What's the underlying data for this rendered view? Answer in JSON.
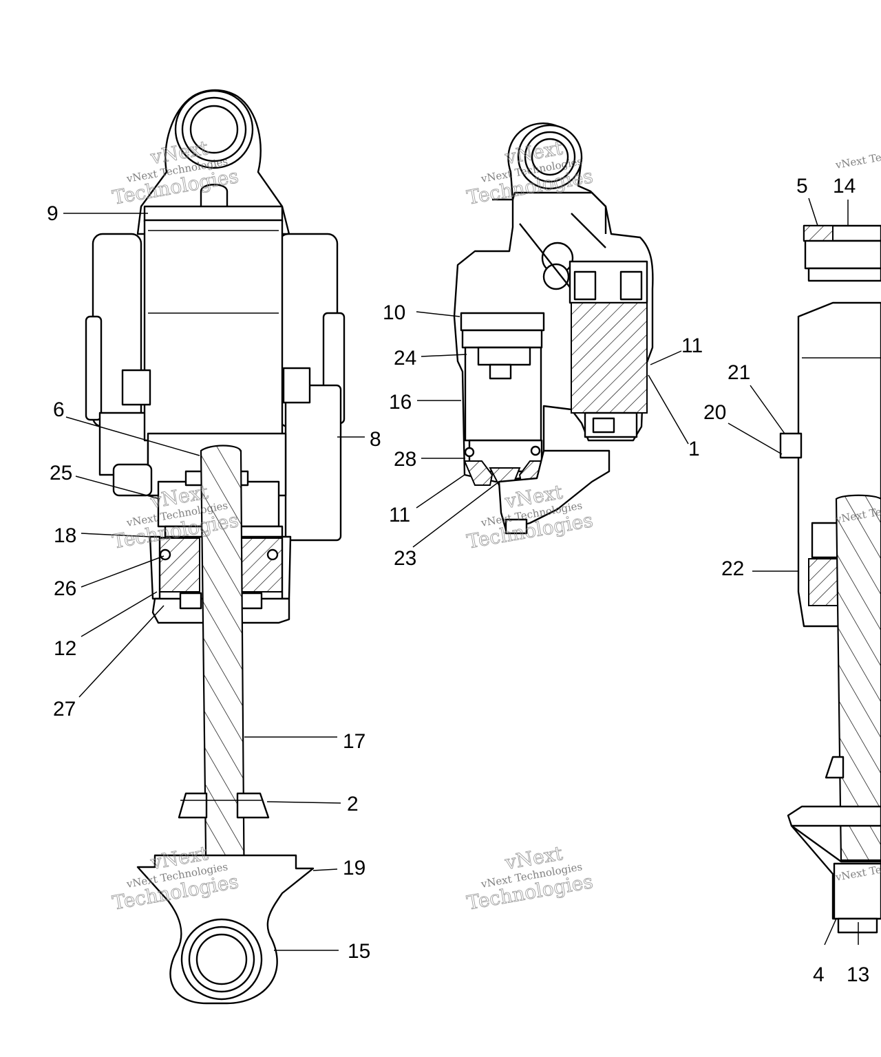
{
  "watermark": {
    "line1": "vNext",
    "line2": "vNext Technologies",
    "line3": "Technologies",
    "partial": "vNext Te"
  },
  "callouts": {
    "c9": "9",
    "c6": "6",
    "c25": "25",
    "c18": "18",
    "c26": "26",
    "c12": "12",
    "c27": "27",
    "c8": "8",
    "c17": "17",
    "c2": "2",
    "c19": "19",
    "c15": "15",
    "c10": "10",
    "c24": "24",
    "c16": "16",
    "c28": "28",
    "c11a": "11",
    "c23": "23",
    "c11b": "11",
    "c1": "1",
    "c5": "5",
    "c14": "14",
    "c21": "21",
    "c20": "20",
    "c22": "22",
    "c4": "4",
    "c13": "13"
  }
}
